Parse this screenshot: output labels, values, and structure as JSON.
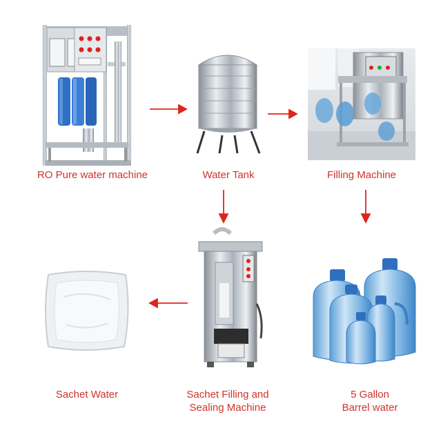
{
  "colors": {
    "label": "#d0312a",
    "arrow": "#e0241b"
  },
  "nodes": {
    "ro_machine": {
      "label": "RO  Pure  water  machine",
      "icon": "ro-machine-icon"
    },
    "water_tank": {
      "label": "Water Tank",
      "icon": "water-tank-icon"
    },
    "filling_machine": {
      "label": "Filling  Machine",
      "icon": "filling-machine-icon"
    },
    "sachet_machine": {
      "label_line1": "Sachet Filling and",
      "label_line2": "Sealing Machine",
      "icon": "sachet-machine-icon"
    },
    "barrel_water": {
      "label_line1": "5 Gallon",
      "label_line2": "Barrel water",
      "icon": "water-bottles-icon"
    },
    "sachet_water": {
      "label": "Sachet Water",
      "icon": "sachet-bag-icon"
    }
  },
  "edges": [
    {
      "from": "ro_machine",
      "to": "water_tank"
    },
    {
      "from": "water_tank",
      "to": "filling_machine"
    },
    {
      "from": "water_tank",
      "to": "sachet_machine"
    },
    {
      "from": "filling_machine",
      "to": "barrel_water"
    },
    {
      "from": "sachet_machine",
      "to": "sachet_water"
    }
  ]
}
